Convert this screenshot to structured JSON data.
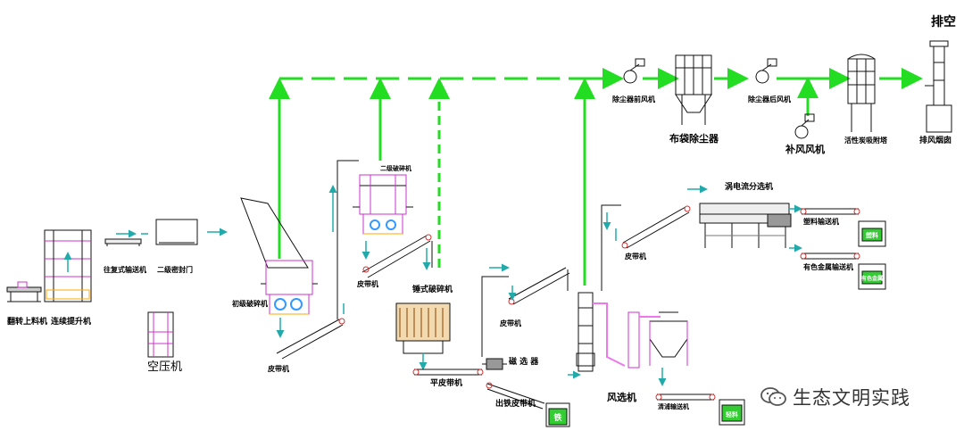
{
  "labels": {
    "flip_loader": "翻转上料机",
    "continuous_elevator": "连续提升机",
    "reciprocating_conveyor": "往复式输送机",
    "secondary_seal_door": "二级密封门",
    "air_compressor": "空压机",
    "primary_crusher": "初级破碎机",
    "secondary_crusher": "二级破碎机",
    "belt_conveyor_1": "皮带机",
    "belt_conveyor_2": "皮带机",
    "belt_conveyor_3": "皮带机",
    "belt_conveyor_4": "皮带机",
    "hammer_crusher": "锤式破碎机",
    "flat_belt_conveyor": "平皮带机",
    "magnetic_separator": "磁 选 器",
    "iron_belt_conveyor": "出铁皮带机",
    "iron_bin": "铁",
    "air_separator": "风选机",
    "light_material_conveyor": "清浦输送机",
    "light_bin": "轻料",
    "pre_dust_fan": "除尘器前风机",
    "bag_filter": "布袋除尘器",
    "post_dust_fan": "除尘器后风机",
    "makeup_fan": "补风风机",
    "carbon_adsorber": "活性炭吸附塔",
    "exhaust_stack": "排风烟囱",
    "exhaust_top": "排空",
    "eddy_current_separator": "涡电流分选机",
    "plastic_conveyor": "塑料输送机",
    "plastic_bin": "塑料",
    "nonferrous_conveyor": "有色金属输送机",
    "nonferrous_bin": "有色金属"
  },
  "watermark": {
    "text": "生态文明实践",
    "icon": "wechat-icon"
  },
  "colors": {
    "air_duct": "#22dd22",
    "material_flow": "#22aaaa",
    "equipment_line": "#111111",
    "crusher_frame": "#cc33cc",
    "crusher_detail": "#ffaa00",
    "crusher_rotor": "#3399ff",
    "bin_fill": "#33cc33",
    "duct_pink": "#ee77ee"
  }
}
